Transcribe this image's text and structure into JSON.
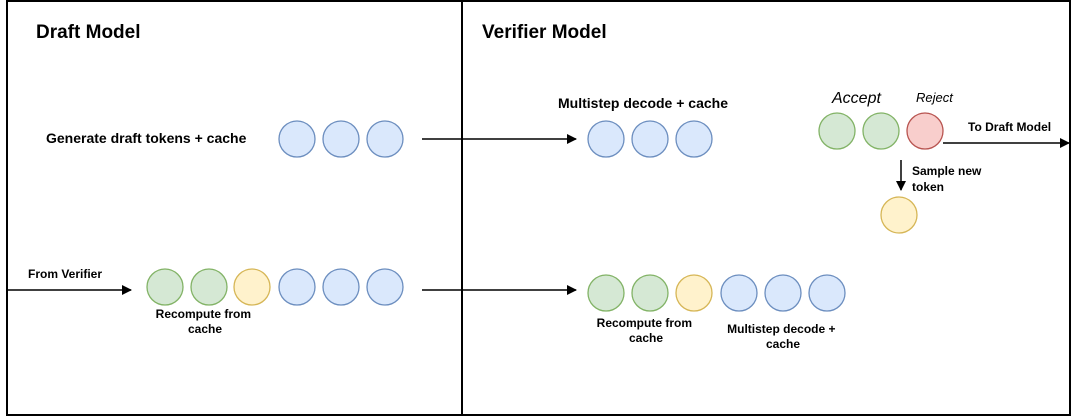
{
  "panels": {
    "draft_title": "Draft Model",
    "verifier_title": "Verifier Model"
  },
  "labels": {
    "generate_draft": "Generate draft tokens + cache",
    "from_verifier": "From Verifier",
    "recompute_left": [
      "Recompute from",
      "cache"
    ],
    "multistep_top": "Multistep decode + cache",
    "accept": "Accept",
    "reject": "Reject",
    "to_draft_model": "To Draft Model",
    "sample_new_token": [
      "Sample new",
      "token"
    ],
    "recompute_right": [
      "Recompute from",
      "cache"
    ],
    "multistep_bottom": [
      "Multistep decode +",
      "cache"
    ]
  },
  "colors": {
    "blue_fill": "#dae8fc",
    "blue_stroke": "#6c8ebf",
    "green_fill": "#d5e8d4",
    "green_stroke": "#82b366",
    "yellow_fill": "#fff2cc",
    "yellow_stroke": "#d6b656",
    "red_fill": "#f8cecc",
    "red_stroke": "#b85450"
  }
}
